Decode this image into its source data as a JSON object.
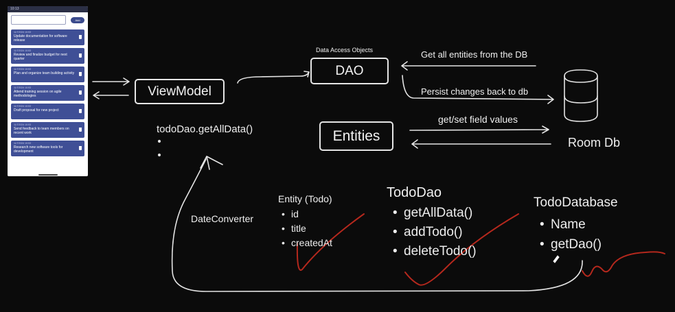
{
  "phone": {
    "status_time": "10:13",
    "add_label": "Add",
    "todos": [
      {
        "date": "11/7/2024 10:53",
        "title": "Update documentation for software release"
      },
      {
        "date": "11/7/2024 10:53",
        "title": "Review and finalize budget for next quarter"
      },
      {
        "date": "11/7/2024 10:53",
        "title": "Plan and organize team building activity"
      },
      {
        "date": "11/7/2024 10:53",
        "title": "Attend training session on agile methodologies"
      },
      {
        "date": "11/7/2024 10:53",
        "title": "Draft proposal for new project"
      },
      {
        "date": "11/7/2024 10:53",
        "title": "Send feedback to team members on recent work"
      },
      {
        "date": "11/7/2024 10:53",
        "title": "Research new software tools for development"
      }
    ]
  },
  "diagram": {
    "viewmodel": "ViewModel",
    "dao_caption": "Data Access Objects",
    "dao": "DAO",
    "entities": "Entities",
    "room_db": "Room Db",
    "get_all_entities": "Get all entities from the DB",
    "persist_changes": "Persist changes back to db",
    "get_set_fields": "get/set field values",
    "call": "todoDao.getAllData()",
    "date_converter": "DateConverter"
  },
  "entity_block": {
    "title": "Entity (Todo)",
    "items": [
      "id",
      "title",
      "createdAt"
    ]
  },
  "dao_block": {
    "title": "TodoDao",
    "items": [
      "getAllData()",
      "addTodo()",
      "deleteTodo()"
    ]
  },
  "database_block": {
    "title": "TodoDatabase",
    "items": [
      "Name",
      "getDao()"
    ]
  },
  "colors": {
    "background": "#0b0b0b",
    "ink": "#ededed",
    "annotation": "#b5281d",
    "card": "#3f4f96"
  }
}
